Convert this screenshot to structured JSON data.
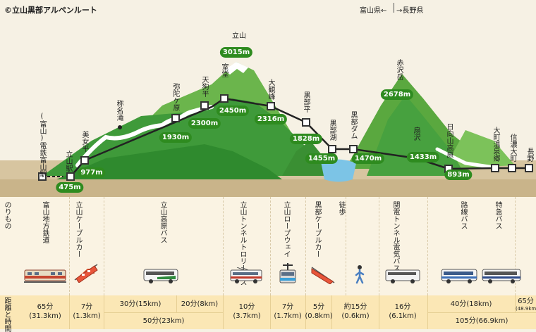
{
  "copyright": "©立山黒部アルペンルート",
  "border_labels": {
    "toyama": "富山県←",
    "nagano": "→長野県"
  },
  "peaks": [
    {
      "name": "立山",
      "elevation": "3015m"
    },
    {
      "name": "赤沢岳",
      "elevation": "2678m"
    }
  ],
  "stations": [
    {
      "name": "(富山)電鉄富山駅",
      "elevation": ""
    },
    {
      "name": "立山駅",
      "elevation": "475m"
    },
    {
      "name": "美女平",
      "elevation": "977m"
    },
    {
      "name": "称名滝",
      "elevation": ""
    },
    {
      "name": "弥陀ケ原",
      "elevation": "1930m"
    },
    {
      "name": "天狗平",
      "elevation": "2300m"
    },
    {
      "name": "室堂",
      "elevation": "2450m"
    },
    {
      "name": "大観峰",
      "elevation": "2316m"
    },
    {
      "name": "黒部平",
      "elevation": "1828m"
    },
    {
      "name": "黒部湖",
      "elevation": "1455m"
    },
    {
      "name": "黒部ダム",
      "elevation": "1470m"
    },
    {
      "name": "扇沢",
      "elevation": "1433m"
    },
    {
      "name": "日向山高原",
      "elevation": "893m"
    },
    {
      "name": "大町温泉郷",
      "elevation": ""
    },
    {
      "name": "信濃大町",
      "elevation": ""
    },
    {
      "name": "長野",
      "elevation": ""
    }
  ],
  "vehicle_header": "のりもの",
  "time_header": "距離と時間",
  "vehicles": [
    {
      "name": "富山地方鉄道",
      "icon": "train-icon"
    },
    {
      "name": "立山ケーブルカー",
      "icon": "cable-car-icon"
    },
    {
      "name": "立山高原バス",
      "icon": "highland-bus-icon"
    },
    {
      "name": "立山トンネルトロリーバス",
      "icon": "trolley-bus-icon"
    },
    {
      "name": "立山ロープウェイ",
      "icon": "ropeway-icon"
    },
    {
      "name": "黒部ケーブルカー",
      "icon": "kurobe-cable-icon"
    },
    {
      "name": "徒歩",
      "icon": "walking-icon"
    },
    {
      "name": "関電トンネル電気バス",
      "icon": "electric-bus-icon"
    },
    {
      "name": "路線バス",
      "icon": "route-bus-icon"
    },
    {
      "name": "特急バス",
      "icon": "express-bus-icon"
    }
  ],
  "times": {
    "toyama_rail": {
      "time": "65分",
      "dist": "(31.3km)"
    },
    "tateyama_cable": {
      "time": "7分",
      "dist": "(1.3km)"
    },
    "bus_a": "30分(15km)",
    "bus_b": "20分(8km)",
    "bus_total": "50分(23km)",
    "trolley": {
      "time": "10分",
      "dist": "(3.7km)"
    },
    "ropeway": {
      "time": "7分",
      "dist": "(1.7km)"
    },
    "kurobe_cable": {
      "time": "5分",
      "dist": "(0.8km)"
    },
    "walk": {
      "time": "約15分",
      "dist": "(0.6km)"
    },
    "electric_bus": {
      "time": "16分",
      "dist": "(6.1km)"
    },
    "route_bus": "40分(18km)",
    "omachi": {
      "time": "65分",
      "dist": "(48.9km)"
    },
    "express_total": "105分(66.9km)"
  }
}
